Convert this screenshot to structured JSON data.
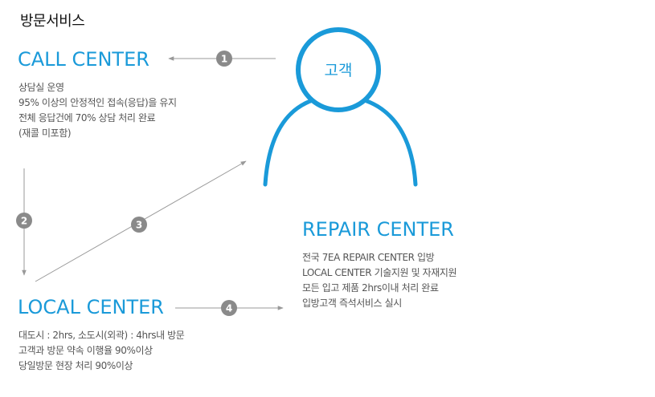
{
  "page": {
    "title": "방문서비스"
  },
  "customer": {
    "label": "고객"
  },
  "call_center": {
    "title": "CALL CENTER",
    "lines": [
      "상담실 운영",
      "95% 이상의 안정적인 접속(응답)을 유지",
      "전체 응답건에 70% 상담 처리 완료",
      "(재콜 미포함)"
    ]
  },
  "local_center": {
    "title": "LOCAL CENTER",
    "lines": [
      "대도시 : 2hrs, 소도시(외곽) : 4hrs내 방문",
      "고객과 방문 약속 이행율 90%이상",
      "당일방문 현장 처리 90%이상"
    ]
  },
  "repair_center": {
    "title": "REPAIR CENTER",
    "lines": [
      "전국 7EA REPAIR CENTER 입방",
      "LOCAL CENTER 기술지원 및 자재지원",
      "모든 입고 제품 2hrs이내 처리 완료",
      "입방고객 즉석서비스 실시"
    ]
  },
  "steps": [
    "1",
    "2",
    "3",
    "4"
  ],
  "colors": {
    "accent": "#1a9ad9",
    "arrow": "#999999",
    "step_badge": "#8a8a8a"
  }
}
